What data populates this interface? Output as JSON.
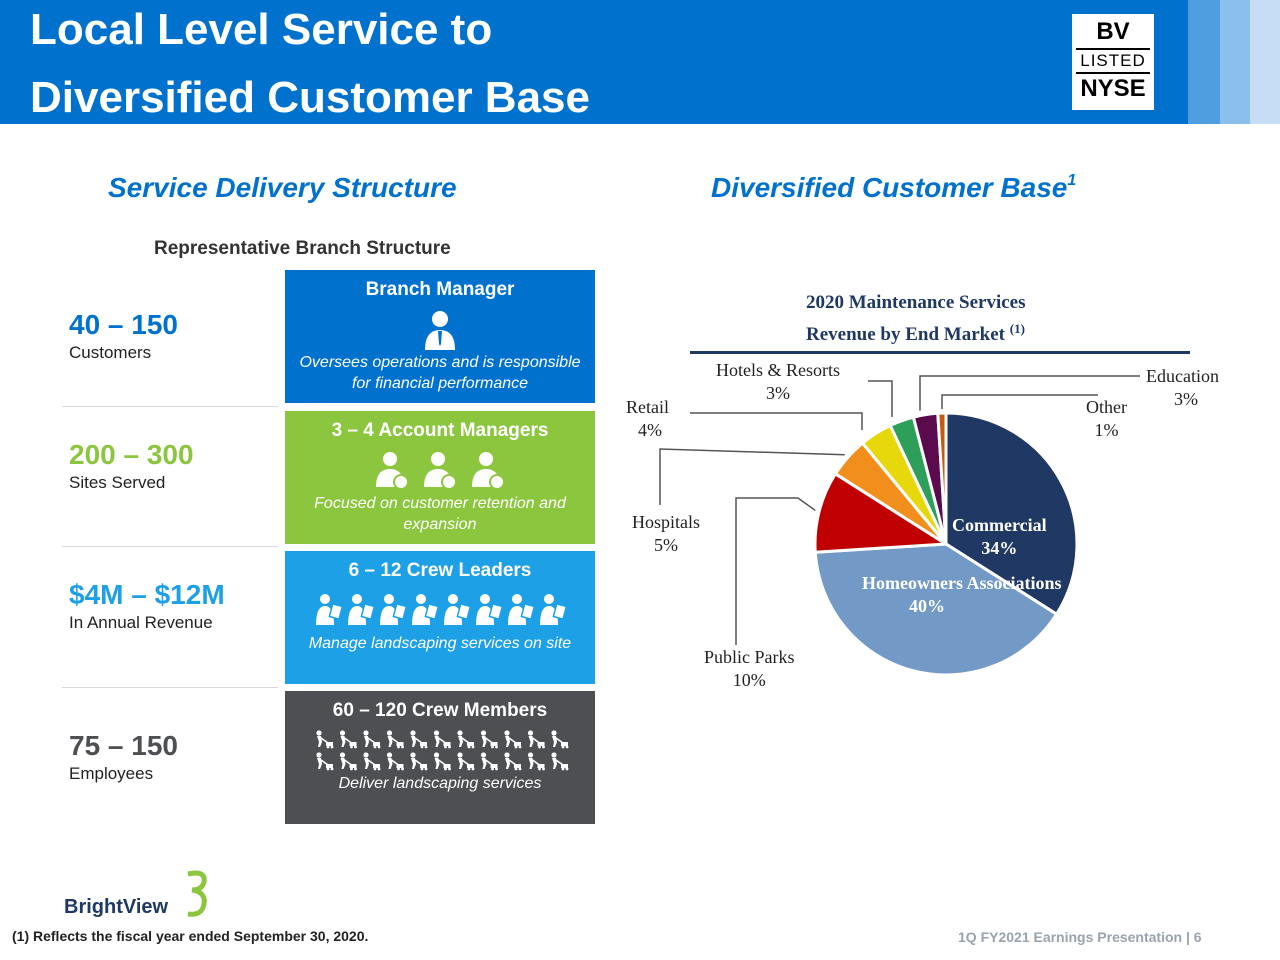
{
  "header": {
    "title_line1": "Local Level Service to",
    "title_line2": "Diversified Customer Base",
    "badge": {
      "top": "BV",
      "middle": "LISTED",
      "bottom": "NYSE"
    },
    "accent_color": "#0072ce"
  },
  "left_section": {
    "heading": "Service Delivery Structure",
    "subheading": "Representative Branch Structure",
    "stats": [
      {
        "value": "40 – 150",
        "label": "Customers",
        "color": "#0072ce"
      },
      {
        "value": "200 – 300",
        "label": "Sites Served",
        "color": "#8cc63f"
      },
      {
        "value": "$4M – $12M",
        "label": "In Annual Revenue",
        "color": "#1ea0e6"
      },
      {
        "value": "75 – 150",
        "label": "Employees",
        "color": "#4d4f53"
      }
    ],
    "boxes": [
      {
        "title": "Branch Manager",
        "icon": "manager-icon",
        "description": "Oversees operations and is responsible for financial performance",
        "color": "#0072ce"
      },
      {
        "title": "3 – 4 Account Managers",
        "icon": "account-manager-icon",
        "description": "Focused on customer retention and expansion",
        "color": "#8cc63f"
      },
      {
        "title": "6 – 12 Crew Leaders",
        "icon": "crew-leader-icon",
        "description": "Manage landscaping services on site",
        "color": "#1ea0e6"
      },
      {
        "title": "60 – 120 Crew Members",
        "icon": "crew-member-icon",
        "description": "Deliver landscaping services",
        "color": "#4d4f53"
      }
    ]
  },
  "right_section": {
    "heading": "Diversified Customer Base",
    "heading_sup": "1"
  },
  "chart_data": {
    "type": "pie",
    "title": "2020 Maintenance Services Revenue by End Market",
    "title_line1": "2020 Maintenance Services",
    "title_line2": "Revenue by End Market",
    "title_sup": "(1)",
    "slices": [
      {
        "label": "Commercial",
        "value": 34,
        "display": "34%",
        "color": "#203864"
      },
      {
        "label": "Homeowners Associations",
        "value": 40,
        "display": "40%",
        "color": "#7399c6"
      },
      {
        "label": "Public Parks",
        "value": 10,
        "display": "10%",
        "color": "#c00000"
      },
      {
        "label": "Hospitals",
        "value": 5,
        "display": "5%",
        "color": "#f28e1c"
      },
      {
        "label": "Retail",
        "value": 4,
        "display": "4%",
        "color": "#e6d80a"
      },
      {
        "label": "Hotels & Resorts",
        "value": 3,
        "display": "3%",
        "color": "#2e9e5b"
      },
      {
        "label": "Education",
        "value": 3,
        "display": "3%",
        "color": "#5c0a4e"
      },
      {
        "label": "Other",
        "value": 1,
        "display": "1%",
        "color": "#c55a11"
      }
    ]
  },
  "footer": {
    "logo_text": "BrightView",
    "footnote": "(1) Reflects the fiscal year ended September 30, 2020.",
    "presentation": "1Q FY2021 Earnings Presentation | 6"
  }
}
